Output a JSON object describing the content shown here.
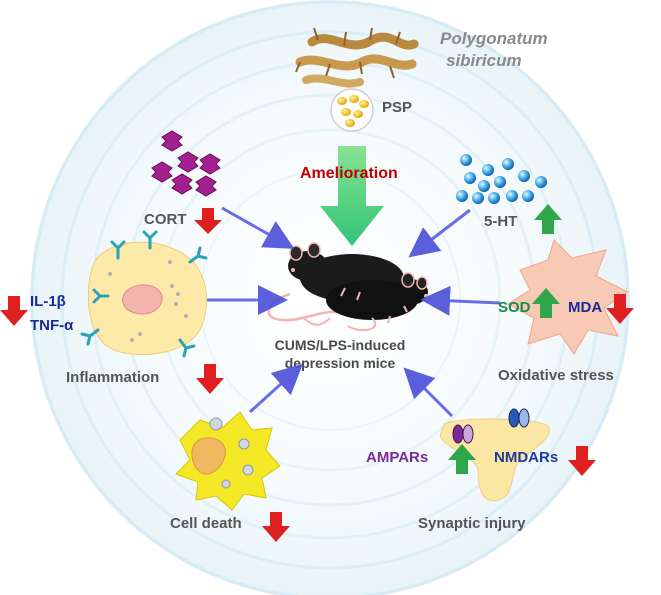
{
  "source": {
    "genus": "Polygonatum",
    "species": "sibiricum",
    "extract": "PSP"
  },
  "treatment_effect": "Amelioration",
  "center_label": [
    "CUMS/LPS-induced",
    "depression mice"
  ],
  "factors": {
    "cort": {
      "label": "CORT",
      "direction": "down"
    },
    "serotonin": {
      "label": "5-HT",
      "direction": "up"
    },
    "inflammation": {
      "label": "Inflammation",
      "direction": "down",
      "markers": [
        "IL-1β",
        "TNF-α"
      ]
    },
    "oxidative": {
      "label": "Oxidative stress",
      "sod": "SOD",
      "sod_direction": "up",
      "mda": "MDA",
      "mda_direction": "down"
    },
    "cell_death": {
      "label": "Cell death",
      "direction": "down"
    },
    "synaptic": {
      "label": "Synaptic injury",
      "ampa": "AMPARs",
      "ampa_direction": "up",
      "nmda": "NMDARs",
      "nmda_direction": "down"
    }
  },
  "colors": {
    "down_arrow": "#e02020",
    "up_arrow": "#2fa64a",
    "amelioration_text": "#c00000",
    "marker_text": "#1a2a9a",
    "receptor_ampa": "#7b2a9a",
    "receptor_nmda": "#1f3a9a",
    "pointer_arrow": "#5a5ee0",
    "ring": "#cfe6f0"
  }
}
